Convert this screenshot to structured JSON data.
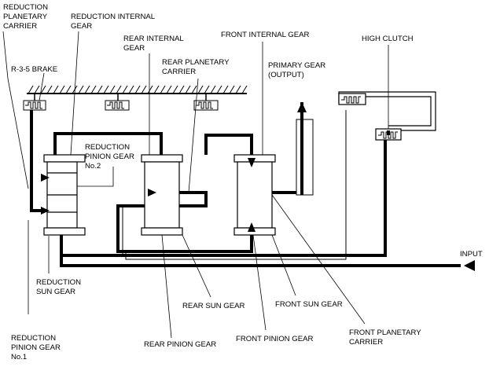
{
  "labels": {
    "reduction_planetary_carrier": [
      "REDUCTION",
      "PLANETARY",
      "CARRIER"
    ],
    "reduction_internal_gear": [
      "REDUCTION INTERNAL",
      "GEAR"
    ],
    "rear_internal_gear": [
      "REAR INTERNAL",
      "GEAR"
    ],
    "front_internal_gear": [
      "FRONT INTERNAL GEAR"
    ],
    "high_clutch": [
      "HIGH CLUTCH"
    ],
    "rear_planetary_carrier": [
      "REAR PLANETARY",
      "CARRIER"
    ],
    "primary_gear": [
      "PRIMARY GEAR",
      "(OUTPUT)"
    ],
    "r35_brake": [
      "R-3-5 BRAKE"
    ],
    "reduction_pinion_gear_2": [
      "REDUCTION",
      "PINION GEAR",
      "No.2"
    ],
    "input": [
      "INPUT"
    ],
    "reduction_sun_gear": [
      "REDUCTION",
      "SUN GEAR"
    ],
    "rear_sun_gear": [
      "REAR SUN GEAR"
    ],
    "front_sun_gear": [
      "FRONT SUN GEAR"
    ],
    "front_planetary_carrier": [
      "FRONT PLANETARY",
      "CARRIER"
    ],
    "rear_pinion_gear": [
      "REAR PINION GEAR"
    ],
    "front_pinion_gear": [
      "FRONT PINION GEAR"
    ],
    "reduction_pinion_gear_1": [
      "REDUCTION",
      "PINION GEAR",
      "No.1"
    ]
  }
}
